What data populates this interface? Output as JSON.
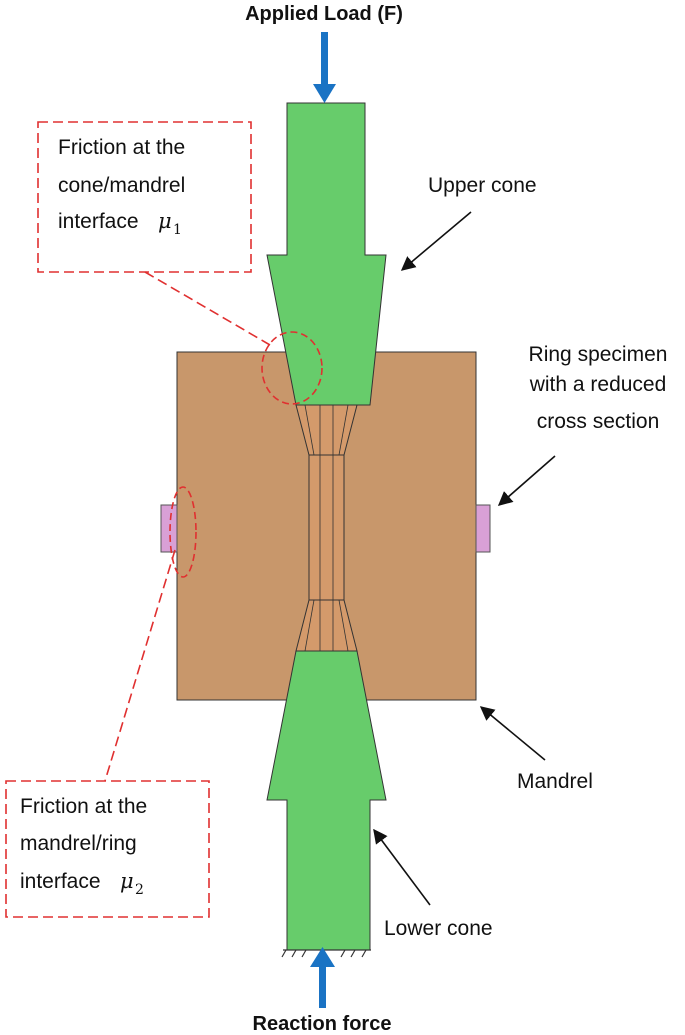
{
  "labels": {
    "applied_load": "Applied Load (F)",
    "reaction_force": "Reaction force",
    "upper_cone": "Upper cone",
    "lower_cone": "Lower cone",
    "mandrel": "Mandrel",
    "ring_line1": "Ring specimen",
    "ring_line2": "with a reduced",
    "ring_line3": "cross section",
    "friction1_line1": "Friction at the",
    "friction1_line2": "cone/mandrel",
    "friction1_line3": "interface",
    "friction1_mu": "μ",
    "friction1_sub": "1",
    "friction2_line1": "Friction at the",
    "friction2_line2": "mandrel/ring",
    "friction2_line3": "interface",
    "friction2_mu": "μ",
    "friction2_sub": "2"
  },
  "colors": {
    "cone": "#67cc6b",
    "mandrel": "#c8976b",
    "ring": "#d89c6e",
    "pad": "#d9a0d6",
    "arrow_load": "#1a73c4",
    "friction_callout": "#e03030"
  }
}
